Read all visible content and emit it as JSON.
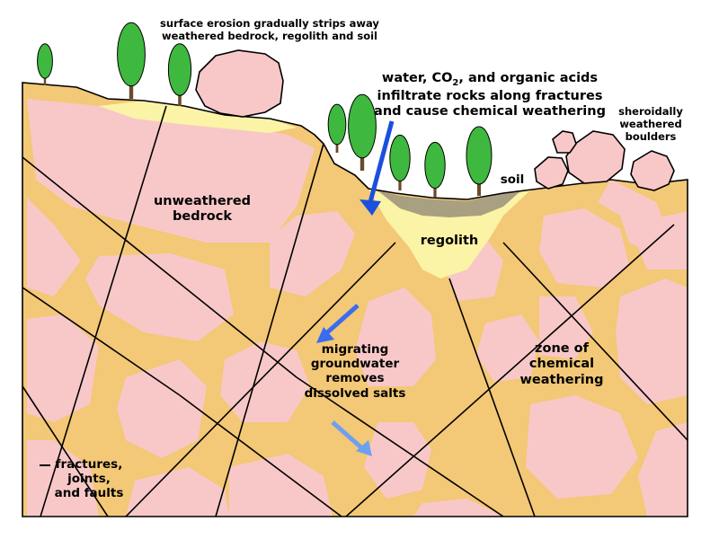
{
  "labels": {
    "surface_erosion": [
      "surface erosion gradually strips away",
      "weathered bedrock, regolith and soil"
    ],
    "infiltrate": [
      "water, CO",
      "2",
      ", and organic acids",
      "infiltrate rocks along fractures",
      "and cause chemical weathering"
    ],
    "spheroidal": [
      "sheroidally",
      "weathered",
      "boulders"
    ],
    "soil": "soil",
    "unweathered": [
      "unweathered",
      "bedrock"
    ],
    "regolith": "regolith",
    "groundwater": [
      "migrating",
      "groundwater",
      "removes",
      "dissolved salts"
    ],
    "zone": [
      "zone of",
      "chemical",
      "weathering"
    ],
    "fractures": [
      "fractures,",
      "joints,",
      "and faults"
    ]
  },
  "colors": {
    "bedrock": "#f8c8c8",
    "weathered_zone": "#f3c876",
    "regolith": "#fbf3a6",
    "soil": "#a8a080",
    "tree_green": "#3fb83f",
    "arrow_dark": "#1a4fe0",
    "arrow_mid": "#3a6cf0",
    "arrow_light": "#6ea0f0",
    "outline": "#000000"
  }
}
